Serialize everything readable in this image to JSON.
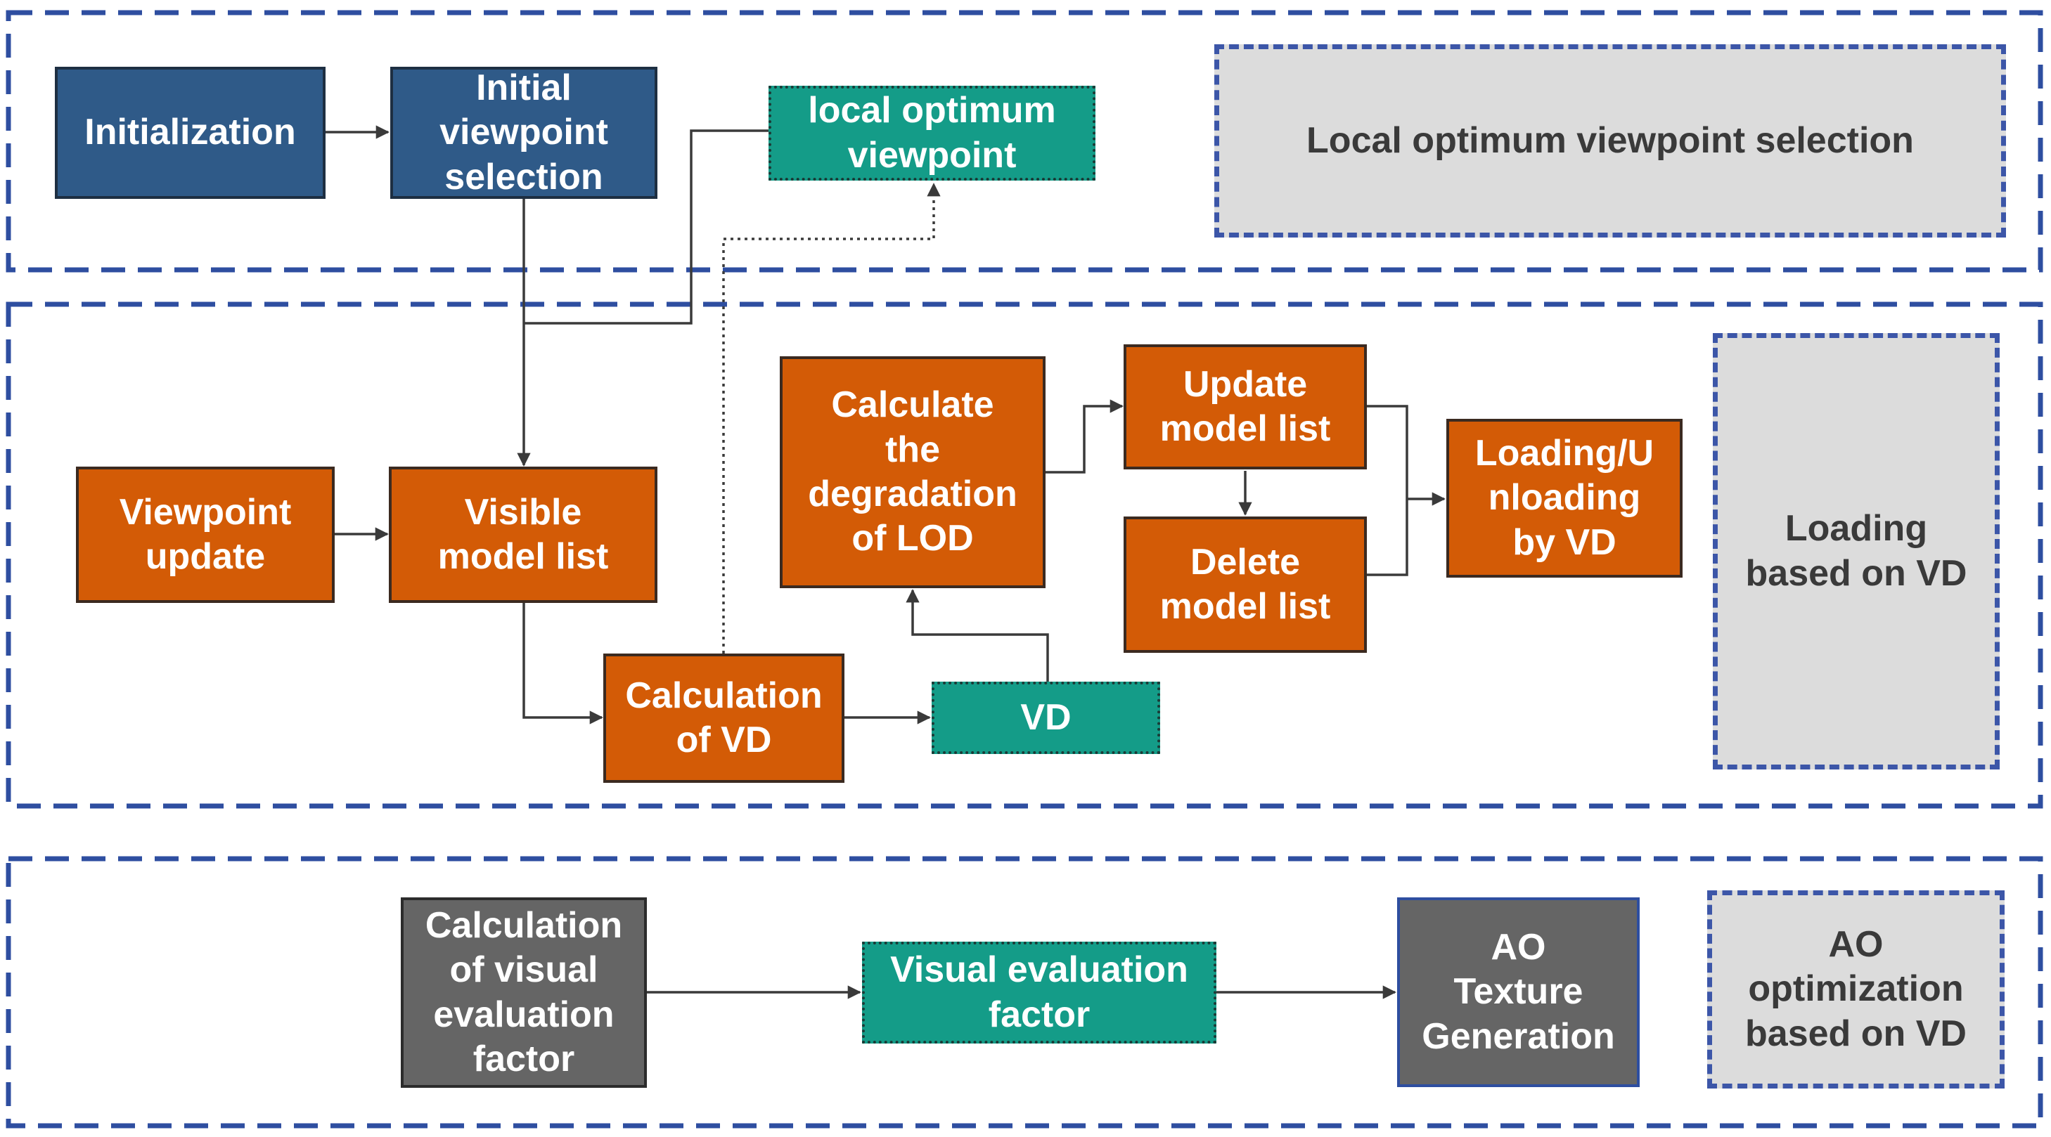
{
  "regions": {
    "top": {
      "label": "Local optimum viewpoint selection"
    },
    "middle": {
      "label": "Loading\nbased on VD"
    },
    "bottom": {
      "label": "AO\noptimization\nbased on VD"
    }
  },
  "nodes": {
    "initialization": "Initialization",
    "initial_viewpoint": "Initial\nviewpoint\nselection",
    "local_optimum_viewpoint": "local optimum\nviewpoint",
    "viewpoint_update": "Viewpoint\nupdate",
    "visible_model_list": "Visible\nmodel list",
    "calculate_lod": "Calculate\nthe\ndegradation\nof LOD",
    "update_model_list": "Update\nmodel list",
    "delete_model_list": "Delete\nmodel list",
    "loading_unloading": "Loading/U\nnloading\nby VD",
    "calculation_of_vd": "Calculation\nof VD",
    "vd": "VD",
    "calc_visual_factor": "Calculation\nof visual\nevaluation\nfactor",
    "visual_factor": "Visual evaluation\nfactor",
    "ao_texture": "AO\nTexture\nGeneration"
  },
  "colors": {
    "region_border": "#2e4ea0",
    "blue": "#2f5a88",
    "orange": "#d35b06",
    "teal": "#149c88",
    "gray": "#656565",
    "label_bg": "#dcdcdc"
  }
}
